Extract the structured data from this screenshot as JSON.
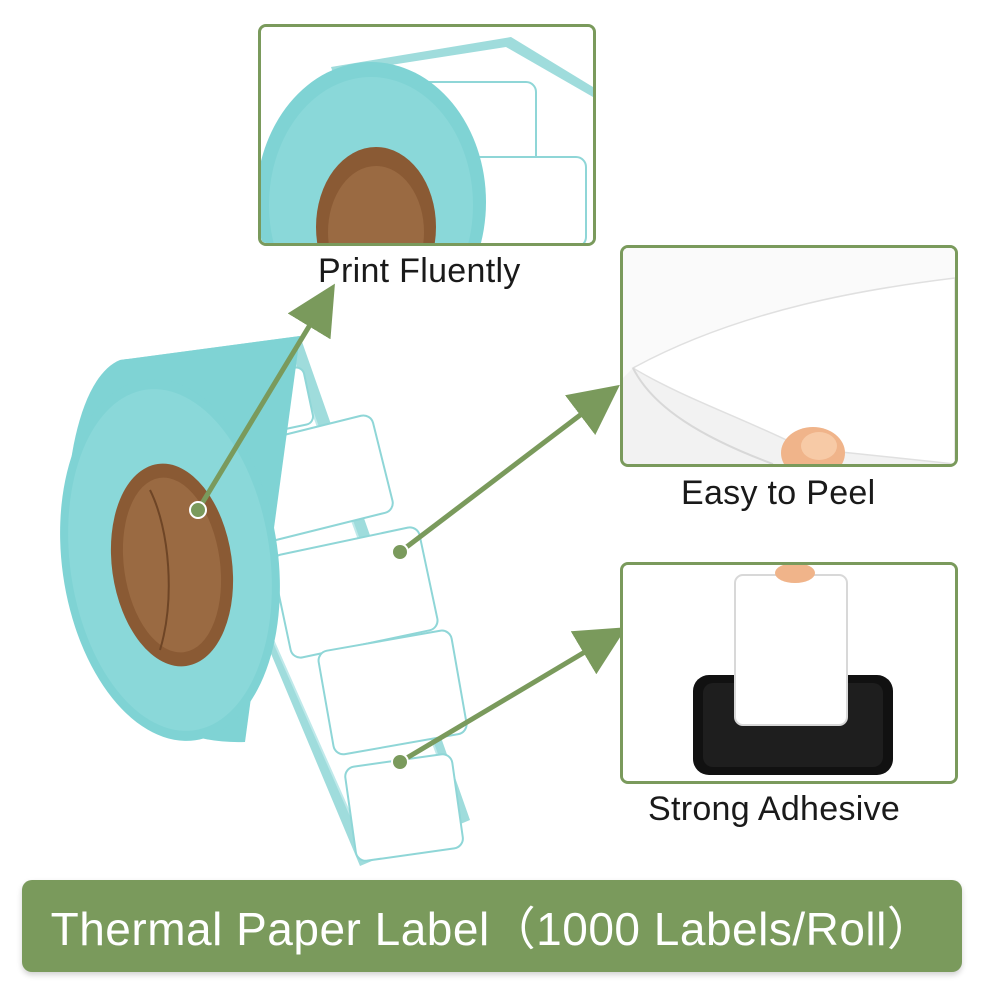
{
  "features": {
    "print": {
      "caption": "Print Fluently"
    },
    "peel": {
      "caption": "Easy to Peel"
    },
    "adhesive": {
      "caption": "Strong Adhesive"
    }
  },
  "banner": {
    "title": "Thermal Paper Label（1000 Labels/Roll）"
  },
  "colors": {
    "accent": "#7a9a5c",
    "liner": "#7fd3d4",
    "core": "#8a5a34",
    "label": "#ffffff"
  }
}
